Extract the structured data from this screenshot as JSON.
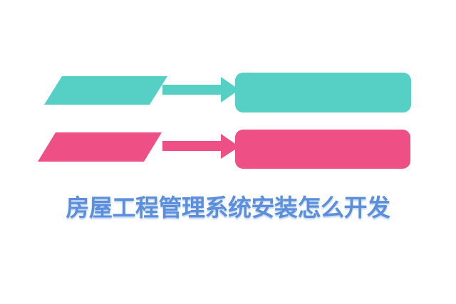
{
  "page": {
    "background_color": "#ffffff",
    "caption": "房屋工程管理系统安装怎么开发",
    "caption_color": "#5b8fdb"
  },
  "diagram": {
    "rows": [
      {
        "name": "flow-step-top",
        "shape_color": "#56d0c5",
        "shapes": [
          "parallelogram",
          "arrow-right",
          "rounded-rectangle"
        ]
      },
      {
        "name": "flow-step-bottom",
        "shape_color": "#ee5086",
        "shapes": [
          "parallelogram",
          "arrow-right",
          "rounded-rectangle"
        ]
      }
    ]
  }
}
